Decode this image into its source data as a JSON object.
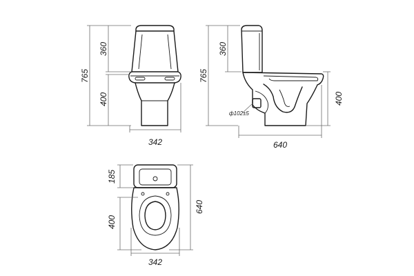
{
  "front_view": {
    "height_total": "765",
    "height_tank": "360",
    "height_bowl": "400",
    "width": "342"
  },
  "side_view": {
    "height_total": "765",
    "height_tank": "360",
    "height_bowl": "400",
    "length": "640",
    "outlet_diameter": "ф102±5"
  },
  "top_view": {
    "depth_tank": "185",
    "depth_bowl": "400",
    "length": "640",
    "width": "342"
  }
}
